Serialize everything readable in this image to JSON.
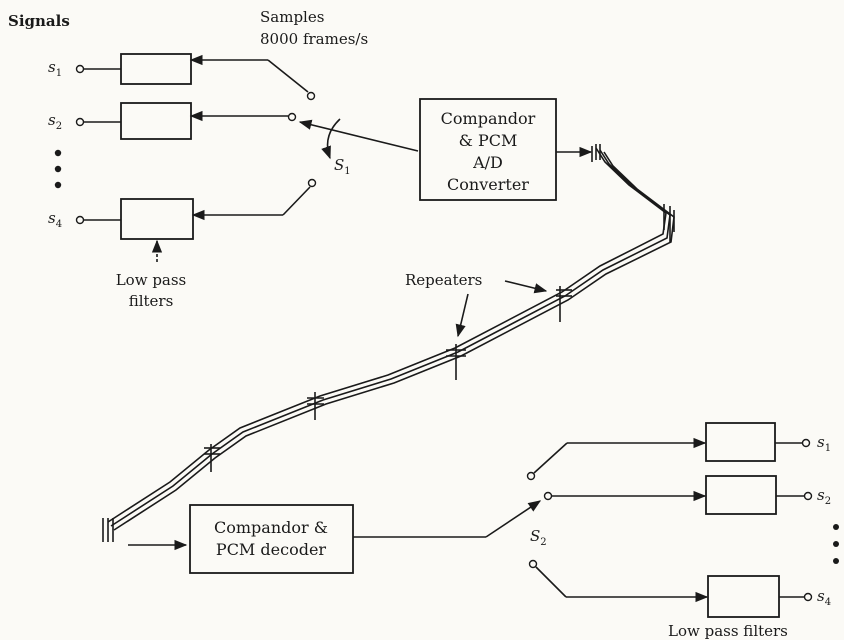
{
  "header": {
    "signals_label": "Signals",
    "samples_line1": "Samples",
    "samples_line2": "8000 frames/s"
  },
  "transmitter": {
    "inputs": [
      {
        "letter": "s",
        "sub": "1"
      },
      {
        "letter": "s",
        "sub": "2"
      },
      {
        "letter": "s",
        "sub": "4"
      }
    ],
    "filters_line1": "Low pass",
    "filters_line2": "filters",
    "switch_letter": "S",
    "switch_sub": "1",
    "encoder_lines": [
      "Compandor",
      "& PCM",
      "A/D",
      "Converter"
    ]
  },
  "line": {
    "repeaters_label": "Repeaters"
  },
  "receiver": {
    "decoder_lines": [
      "Compandor &",
      "PCM decoder"
    ],
    "switch_letter": "S",
    "switch_sub": "2",
    "outputs": [
      {
        "letter": "s",
        "sub": "1"
      },
      {
        "letter": "s",
        "sub": "2"
      },
      {
        "letter": "s",
        "sub": "4"
      }
    ],
    "filters_label": "Low pass filters"
  }
}
